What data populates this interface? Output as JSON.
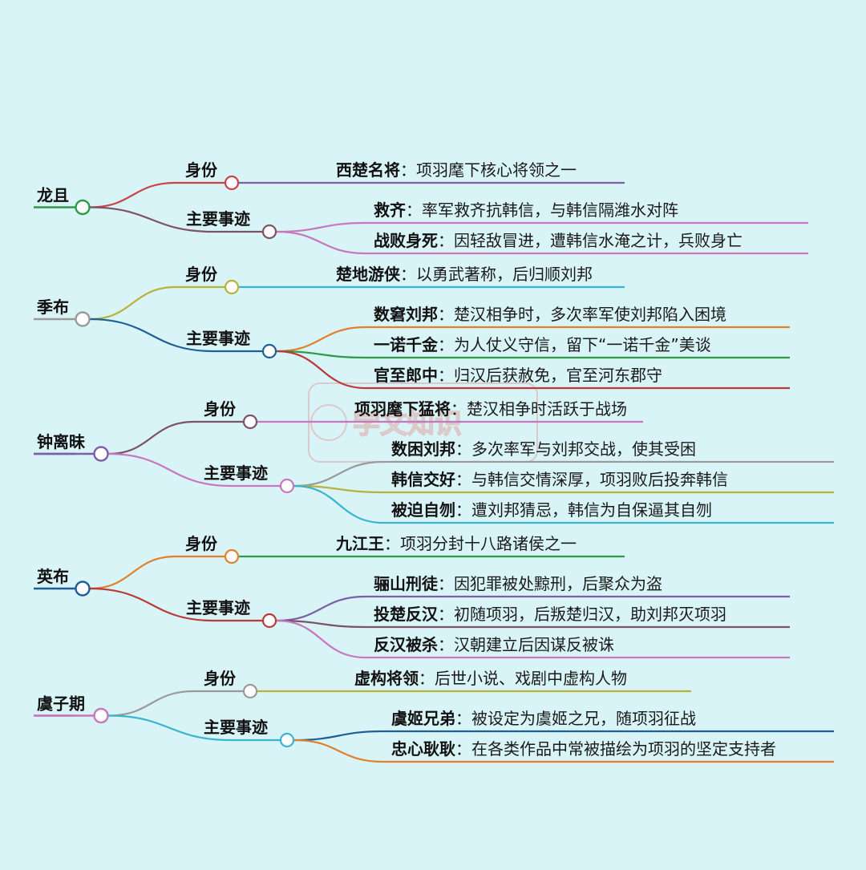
{
  "watermark": {
    "text": "学文知识"
  },
  "people": [
    {
      "name": "龙且",
      "color": "#2e9a4a",
      "branches": [
        {
          "label": "身份",
          "color": "#c9434a",
          "leaves": [
            {
              "key": "西楚名将",
              "value": "项羽麾下核心将领之一",
              "color": "#7c5fa6"
            }
          ]
        },
        {
          "label": "主要事迹",
          "color": "#7d5166",
          "leaves": [
            {
              "key": "救齐",
              "value": "率军救齐抗韩信，与韩信隔潍水对阵",
              "color": "#c876be"
            },
            {
              "key": "战败身死",
              "value": "因轻敌冒进，遭韩信水淹之计，兵败身亡",
              "color": "#c876be"
            }
          ]
        }
      ]
    },
    {
      "name": "季布",
      "color": "#9a9a9a",
      "branches": [
        {
          "label": "身份",
          "color": "#b7b23b",
          "leaves": [
            {
              "key": "楚地游侠",
              "value": "以勇武著称，后归顺刘邦",
              "color": "#3ab3d1"
            }
          ]
        },
        {
          "label": "主要事迹",
          "color": "#1f5f94",
          "leaves": [
            {
              "key": "数窘刘邦",
              "value": "楚汉相争时，多次率军使刘邦陷入困境",
              "color": "#e0812e"
            },
            {
              "key": "一诺千金",
              "value": "为人仗义守信，留下“一诺千金”美谈",
              "color": "#2e9a4a"
            },
            {
              "key": "官至郎中",
              "value": "归汉后获赦免，官至河东郡守",
              "color": "#b83a3a"
            }
          ]
        }
      ]
    },
    {
      "name": "钟离昧",
      "color": "#7c5fa6",
      "branches": [
        {
          "label": "身份",
          "color": "#7d5166",
          "leaves": [
            {
              "key": "项羽麾下猛将",
              "value": "楚汉相争时活跃于战场",
              "color": "#c876be"
            }
          ]
        },
        {
          "label": "主要事迹",
          "color": "#c876be",
          "leaves": [
            {
              "key": "数困刘邦",
              "value": "多次率军与刘邦交战，使其受困",
              "color": "#9a9a9a"
            },
            {
              "key": "韩信交好",
              "value": "与韩信交情深厚，项羽败后投奔韩信",
              "color": "#b7b23b"
            },
            {
              "key": "被迫自刎",
              "value": "遭刘邦猜忌，韩信为自保逼其自刎",
              "color": "#3ab3d1"
            }
          ]
        }
      ]
    },
    {
      "name": "英布",
      "color": "#1f5f94",
      "branches": [
        {
          "label": "身份",
          "color": "#e0812e",
          "leaves": [
            {
              "key": "九江王",
              "value": "项羽分封十八路诸侯之一",
              "color": "#2e9a4a"
            }
          ]
        },
        {
          "label": "主要事迹",
          "color": "#b83a3a",
          "leaves": [
            {
              "key": "骊山刑徒",
              "value": "因犯罪被处黥刑，后聚众为盗",
              "color": "#7c5fa6"
            },
            {
              "key": "投楚反汉",
              "value": "初随项羽，后叛楚归汉，助刘邦灭项羽",
              "color": "#7d5166"
            },
            {
              "key": "反汉被杀",
              "value": "汉朝建立后因谋反被诛",
              "color": "#c876be"
            }
          ]
        }
      ]
    },
    {
      "name": "虞子期",
      "color": "#c876be",
      "branches": [
        {
          "label": "身份",
          "color": "#9a9a9a",
          "leaves": [
            {
              "key": "虚构将领",
              "value": "后世小说、戏剧中虚构人物",
              "color": "#b7b23b"
            }
          ]
        },
        {
          "label": "主要事迹",
          "color": "#3ab3d1",
          "leaves": [
            {
              "key": "虞姬兄弟",
              "value": "被设定为虞姬之兄，随项羽征战",
              "color": "#1f5f94"
            },
            {
              "key": "忠心耿耿",
              "value": "在各类作品中常被描绘为项羽的坚定支持者",
              "color": "#e0812e"
            }
          ]
        }
      ]
    }
  ]
}
